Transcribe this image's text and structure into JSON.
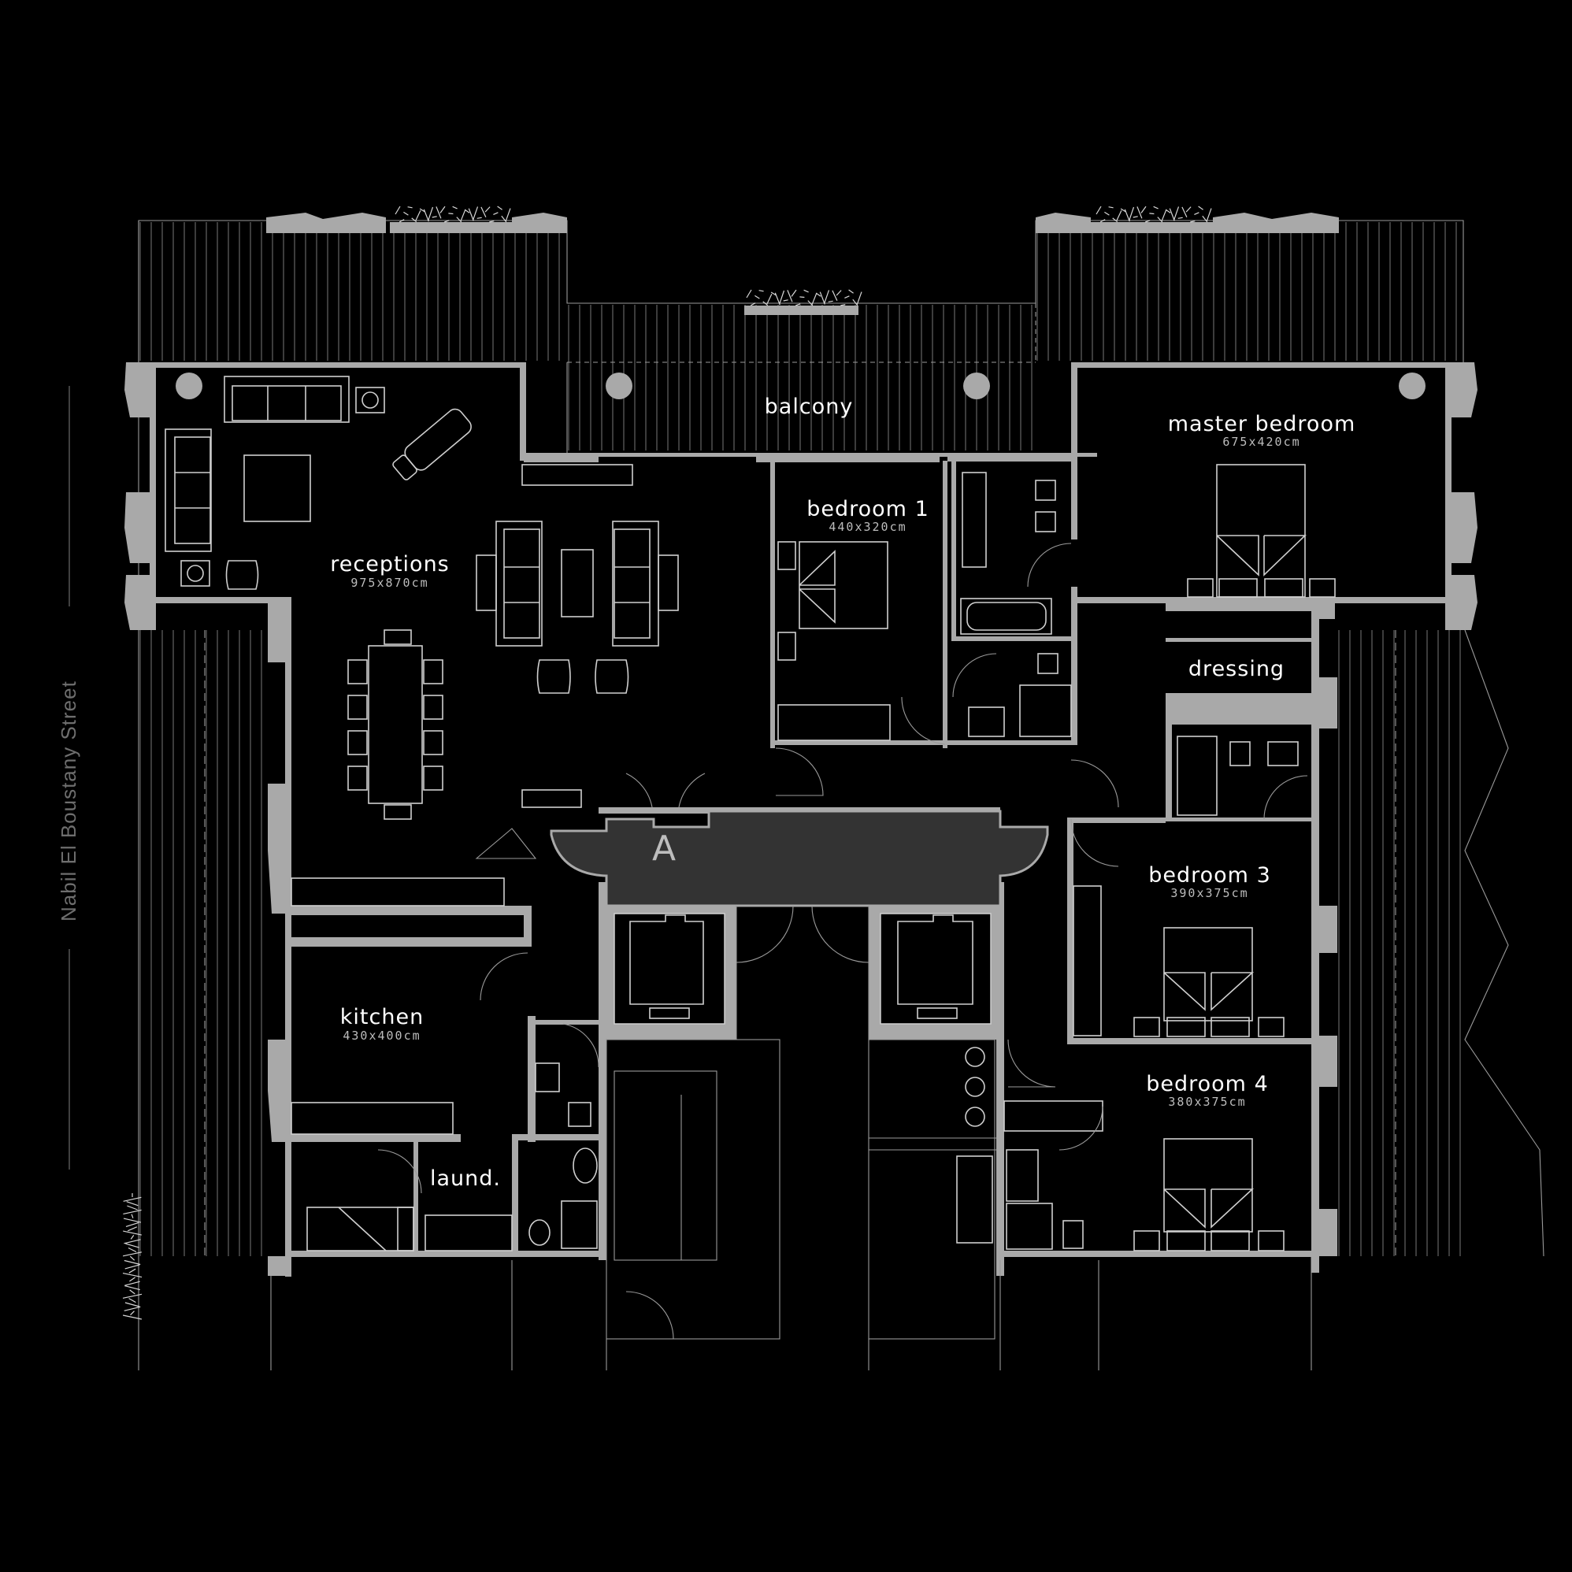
{
  "street_label": "Nabil El Boustany Street",
  "core_label": "A",
  "rooms": [
    {
      "name": "balcony",
      "dims": ""
    },
    {
      "name": "master bedroom",
      "dims": "675x420cm"
    },
    {
      "name": "bedroom 1",
      "dims": "440x320cm"
    },
    {
      "name": "receptions",
      "dims": "975x870cm"
    },
    {
      "name": "dressing",
      "dims": ""
    },
    {
      "name": "bedroom 3",
      "dims": "390x375cm"
    },
    {
      "name": "kitchen",
      "dims": "430x400cm"
    },
    {
      "name": "bedroom 4",
      "dims": "380x375cm"
    },
    {
      "name": "laund.",
      "dims": ""
    }
  ],
  "colors": {
    "background": "#000000",
    "wall": "#a9a9a9",
    "core_fill": "#333333",
    "line": "#cfcfcf"
  }
}
